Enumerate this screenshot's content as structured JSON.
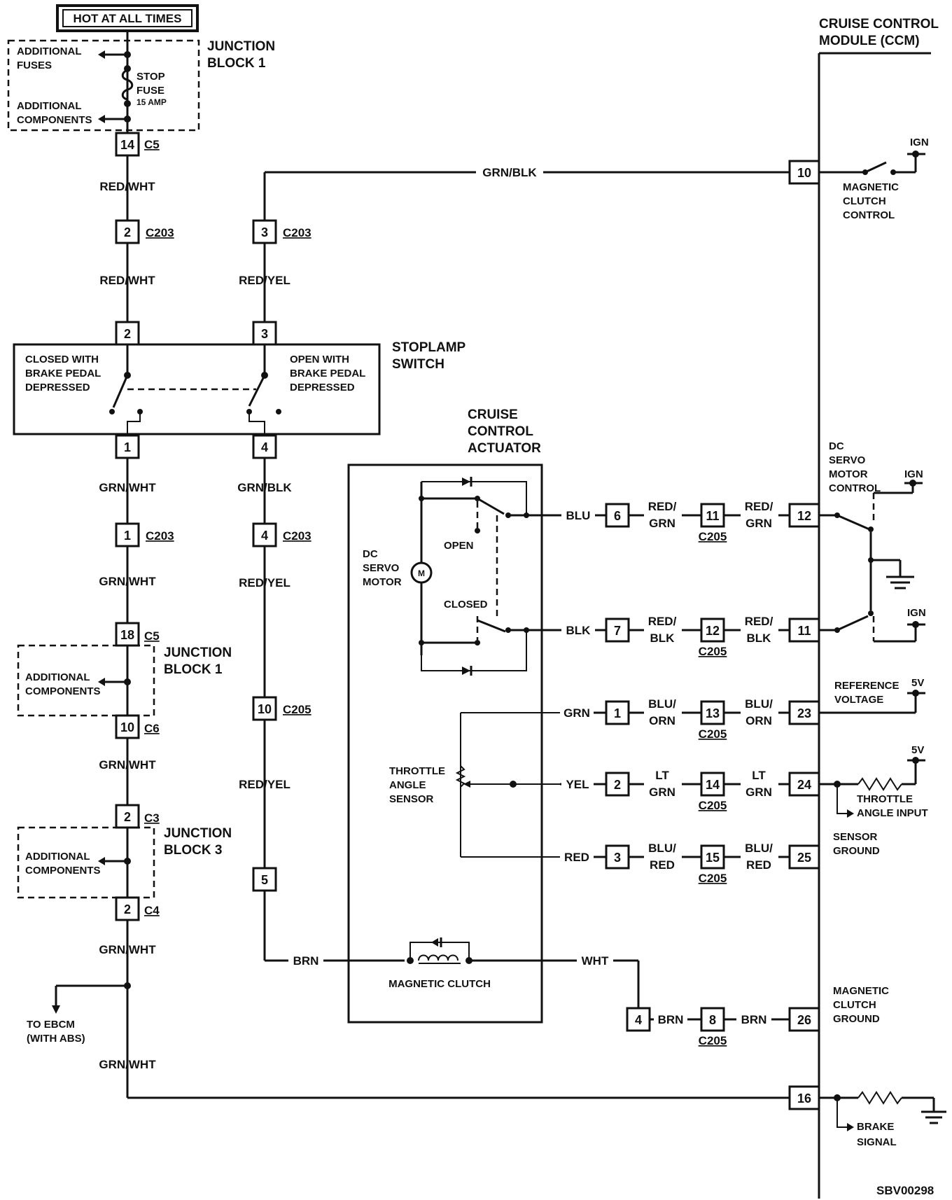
{
  "header": {
    "hot_at_all_times": "HOT AT ALL TIMES"
  },
  "fuse_block": {
    "additional_fuses_1": "ADDITIONAL",
    "additional_fuses_2": "FUSES",
    "additional_components_1": "ADDITIONAL",
    "additional_components_2": "COMPONENTS",
    "stop_fuse_1": "STOP",
    "stop_fuse_2": "FUSE",
    "stop_fuse_rating": "15 AMP",
    "junction_block_1a": "JUNCTION",
    "junction_block_1b": "BLOCK 1"
  },
  "ccm": {
    "title_1": "CRUISE CONTROL",
    "title_2": "MODULE (CCM)"
  },
  "connectors": {
    "c5": "C5",
    "c203": "C203",
    "c6": "C6",
    "c3": "C3",
    "c4": "C4",
    "c205": "C205"
  },
  "pins": {
    "p14": "14",
    "p2": "2",
    "p3": "3",
    "p1": "1",
    "p4": "4",
    "p18": "18",
    "p10": "10",
    "p5": "5",
    "p6": "6",
    "p7": "7",
    "p8": "8",
    "p11": "11",
    "p12": "12",
    "p13": "13",
    "p15": "15",
    "p23": "23",
    "p24": "24",
    "p25": "25",
    "p26": "26",
    "p16": "16"
  },
  "wires": {
    "red_wht": "RED/WHT",
    "red_yel": "RED/YEL",
    "grn_blk": "GRN/BLK",
    "grn_wht": "GRN/WHT",
    "brn": "BRN",
    "wht": "WHT",
    "blu": "BLU",
    "blk": "BLK",
    "grn": "GRN",
    "yel": "YEL",
    "red": "RED",
    "red_slash": "RED/",
    "grn_tail": "GRN",
    "blk_tail": "BLK",
    "blu_slash": "BLU/",
    "orn": "ORN",
    "lt": "LT",
    "red_tail": "RED"
  },
  "stoplamp": {
    "title_1": "STOPLAMP",
    "title_2": "SWITCH",
    "closed_1": "CLOSED WITH",
    "closed_2": "BRAKE PEDAL",
    "closed_3": "DEPRESSED",
    "open_1": "OPEN WITH",
    "open_2": "BRAKE PEDAL",
    "open_3": "DEPRESSED"
  },
  "actuator": {
    "title_1": "CRUISE",
    "title_2": "CONTROL",
    "title_3": "ACTUATOR",
    "motor_1": "DC",
    "motor_2": "SERVO",
    "motor_3": "MOTOR",
    "motor_symbol": "M",
    "open": "OPEN",
    "closed": "CLOSED",
    "tas_1": "THROTTLE",
    "tas_2": "ANGLE",
    "tas_3": "SENSOR",
    "magnetic_clutch": "MAGNETIC CLUTCH"
  },
  "junction_blocks": {
    "jb1_a": "JUNCTION",
    "jb1_b": "BLOCK 1",
    "jb3_a": "JUNCTION",
    "jb3_b": "BLOCK 3",
    "add_comp_1": "ADDITIONAL",
    "add_comp_2": "COMPONENTS"
  },
  "ebcm": {
    "line_1": "TO EBCM",
    "line_2": "(WITH ABS)"
  },
  "ccm_labels": {
    "ign": "IGN",
    "five_v": "5V",
    "mag_clutch_ctrl_1": "MAGNETIC",
    "mag_clutch_ctrl_2": "CLUTCH",
    "mag_clutch_ctrl_3": "CONTROL",
    "dc_servo_1": "DC",
    "dc_servo_2": "SERVO",
    "dc_servo_3": "MOTOR",
    "dc_servo_4": "CONTROL",
    "ref_voltage_1": "REFERENCE",
    "ref_voltage_2": "VOLTAGE",
    "throttle_input_1": "THROTTLE",
    "throttle_input_2": "ANGLE INPUT",
    "sensor_ground_1": "SENSOR",
    "sensor_ground_2": "GROUND",
    "mc_ground_1": "MAGNETIC",
    "mc_ground_2": "CLUTCH",
    "mc_ground_3": "GROUND",
    "brake_signal_1": "BRAKE",
    "brake_signal_2": "SIGNAL"
  },
  "footer": {
    "code": "SBV00298"
  }
}
